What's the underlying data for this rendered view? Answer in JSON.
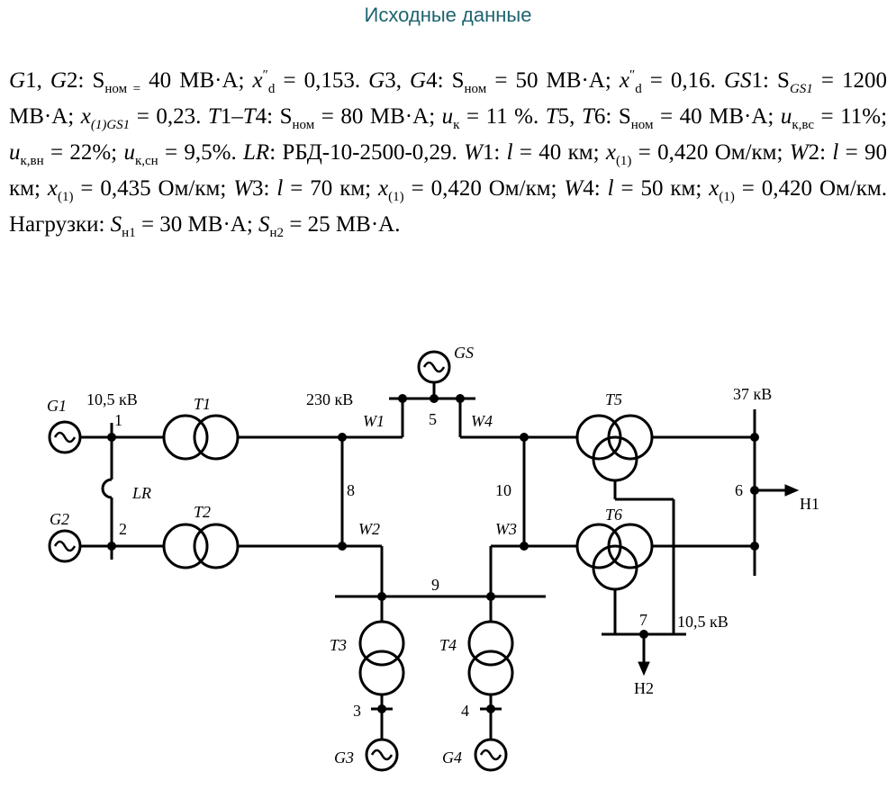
{
  "header": {
    "title": "Исходные данные"
  },
  "text": {
    "g12_gens": "G",
    "g12_a": "1, ",
    "g12_b": "2: S",
    "g12_sub": "ном =",
    "g12_val": " 40 МВ·А; ",
    "xd": "x",
    "xd_sup": "″",
    "xd_sub": "d",
    "g12_xd": " = 0,153. ",
    "g34_name": "G",
    "g34_a": "3, ",
    "g34_b": "4: S",
    "g34_sub": "ном",
    "g34_val": " = 50 МВ·А; ",
    "g34_xd": " = 0,16. ",
    "gs_name": "GS",
    "gs_a": "1: S",
    "gs_sub": "GS1",
    "gs_val": " = 1200 МВ·А; ",
    "gs_x": "x",
    "gs_xsub": "(1)GS1",
    "gs_xval": " = 0,23. ",
    "t14_a": "T",
    "t14_b": "1–",
    "t14_c": "T",
    "t14_d": "4: ",
    "t14_s": "S",
    "t14_ssub": "ном",
    "t14_val": " = 80 МВ·А; ",
    "t14_u": "u",
    "t14_usub": "к",
    "t14_uval": " = 11 %. ",
    "t56_a": "T",
    "t56_b": "5, ",
    "t56_c": "T",
    "t56_d": "6: ",
    "t56_s": "S",
    "t56_ssub": "ном",
    "t56_val": " = 40 МВ·А; ",
    "u_vs": "u",
    "u_vs_sub": "к,вс",
    "u_vs_val": " = 11%; ",
    "u_vn": "u",
    "u_vn_sub": "к,вн",
    "u_vn_val": " = 22%; ",
    "u_sn": "u",
    "u_sn_sub": "к,сн",
    "u_sn_val": " = 9,5%. ",
    "lr_name": "LR",
    "lr_val": ": РБД-10-2500-0,29. ",
    "w1_name": "W",
    "w1_a": "1: ",
    "w1_l": "l",
    "w1_lval": " = 40 км; ",
    "w1_x": "x",
    "w1_xsub": "(1)",
    "w1_xval": " = 0,420 Ом/км; ",
    "w2_name": "W",
    "w2_a": "2: ",
    "w2_l": "l",
    "w2_lval": " = 90 км; ",
    "w2_x": "x",
    "w2_xsub": "(1)",
    "w2_xval": " = 0,435 Ом/км; ",
    "w3_name": "W",
    "w3_a": "3: ",
    "w3_l": "l",
    "w3_lval": " = 70 км; ",
    "w3_x": "x",
    "w3_xsub": "(1)",
    "w3_xval": " = 0,420 Ом/км; ",
    "w4_name": "W",
    "w4_a": "4: ",
    "w4_l": "l",
    "w4_lval": " = 50 км; ",
    "w4_x": "x",
    "w4_xsub": "(1)",
    "w4_xval": " = 0,420 Ом/км. Нагрузки: ",
    "sn1": "S",
    "sn1_sub": "н1",
    "sn1_val": " = 30 МВ·А; ",
    "sn2": "S",
    "sn2_sub": "н2",
    "sn2_val": " = 25 МВ·А."
  },
  "diagram": {
    "gen_g1": "G1",
    "gen_g2": "G2",
    "gen_g3": "G3",
    "gen_g4": "G4",
    "gen_gs": "GS",
    "tr_t1": "T1",
    "tr_t2": "T2",
    "tr_t3": "T3",
    "tr_t4": "T4",
    "tr_t5": "T5",
    "tr_t6": "T6",
    "reactor": "LR",
    "line_w1": "W1",
    "line_w2": "W2",
    "line_w3": "W3",
    "line_w4": "W4",
    "volt_105_left": "10,5 кВ",
    "volt_230": "230 кВ",
    "volt_37": "37 кВ",
    "volt_105_right": "10,5 кВ",
    "node_1": "1",
    "node_2": "2",
    "node_3": "3",
    "node_4": "4",
    "node_5": "5",
    "node_6": "6",
    "node_7": "7",
    "node_8": "8",
    "node_9": "9",
    "node_10": "10",
    "load_h1": "Н1",
    "load_h2": "Н2"
  },
  "colors": {
    "title": "#1e6470",
    "line": "#000000"
  }
}
